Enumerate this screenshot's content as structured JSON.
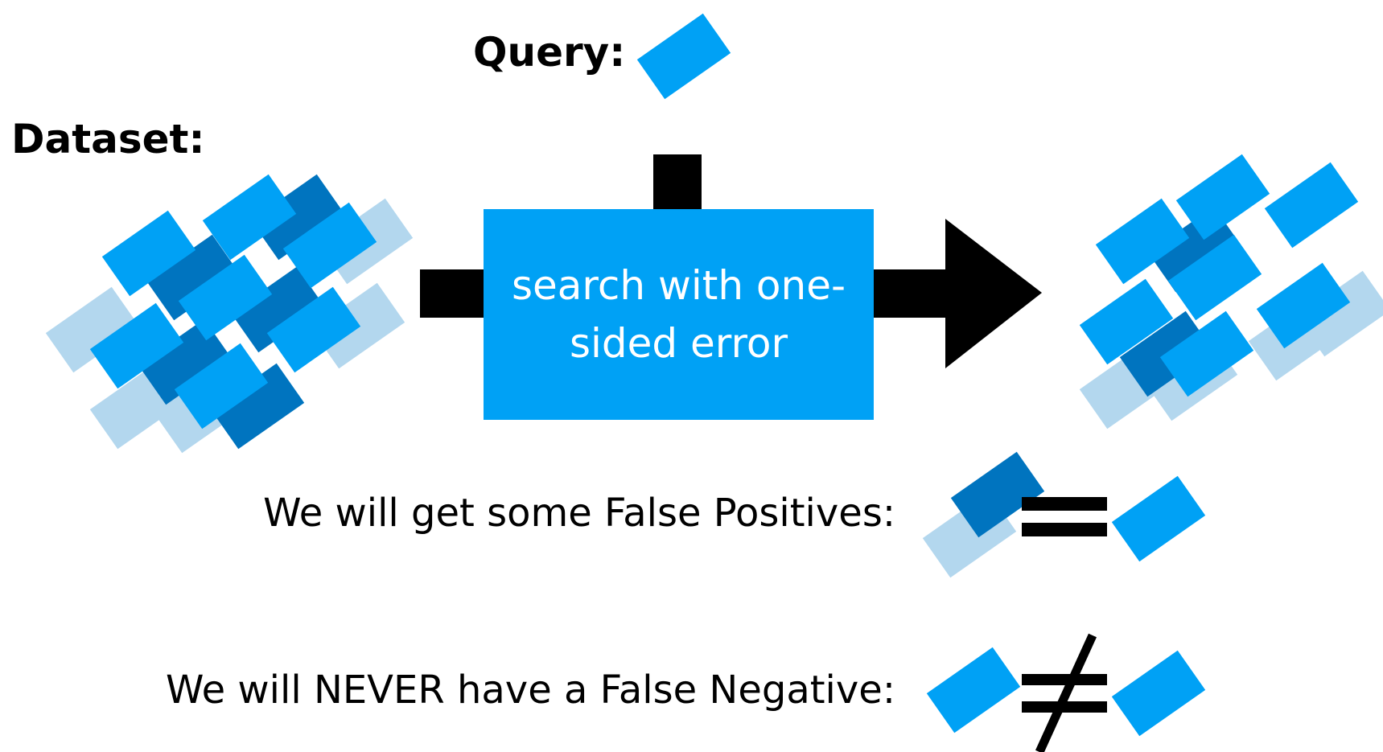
{
  "query_label": "Query:",
  "dataset_label": "Dataset:",
  "process_box_label": "search with one-sided error",
  "false_positive_statement": "We will get some False Positives:",
  "false_negative_statement": "We will NEVER have a False Negative:",
  "colors": {
    "bright_blue": "#00a1f5",
    "dark_blue": "#0074bf",
    "light_blue": "#b3d7ee",
    "arrow": "#000000",
    "box_text": "#ffffff"
  }
}
